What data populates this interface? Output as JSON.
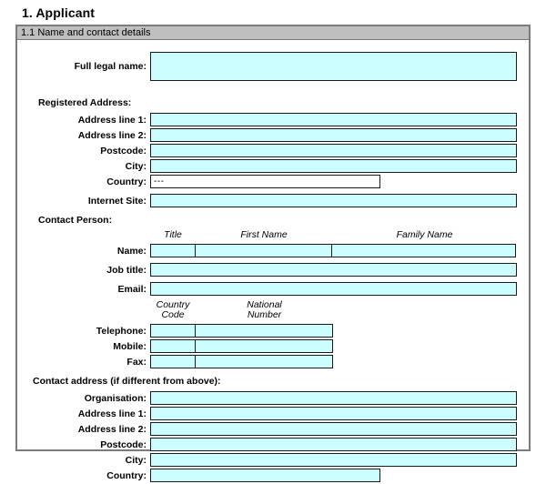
{
  "section": {
    "title": "1. Applicant",
    "subsection_header": "1.1 Name and contact details"
  },
  "colors": {
    "field_fill": "#ccfeff",
    "header_bar": "#bfbfbf",
    "border": "#7c7c7c",
    "field_border": "#1a1a1a"
  },
  "full_legal_name": {
    "label": "Full legal name:",
    "value": ""
  },
  "registered_address": {
    "group_label": "Registered Address:",
    "fields": [
      {
        "label": "Address line 1:",
        "value": ""
      },
      {
        "label": "Address line 2:",
        "value": ""
      },
      {
        "label": "Postcode:",
        "value": ""
      },
      {
        "label": "City:",
        "value": ""
      }
    ],
    "country": {
      "label": "Country:",
      "value": "---"
    },
    "internet_site": {
      "label": "Internet Site:",
      "value": ""
    }
  },
  "contact_person": {
    "group_label": "Contact Person:",
    "name_headers": {
      "title": "Title",
      "first_name": "First Name",
      "family_name": "Family Name"
    },
    "name": {
      "label": "Name:",
      "title_value": "",
      "first_name_value": "",
      "family_name_value": ""
    },
    "job_title": {
      "label": "Job title:",
      "value": ""
    },
    "email": {
      "label": "Email:",
      "value": ""
    }
  },
  "phone": {
    "headers": {
      "country_code_line1": "Country",
      "country_code_line2": "Code",
      "national_number_line1": "National",
      "national_number_line2": "Number"
    },
    "rows": [
      {
        "label": "Telephone:",
        "country_code": "",
        "national_number": ""
      },
      {
        "label": "Mobile:",
        "country_code": "",
        "national_number": ""
      },
      {
        "label": "Fax:",
        "country_code": "",
        "national_number": ""
      }
    ]
  },
  "contact_address": {
    "group_label": "Contact address (if different from above):",
    "fields": [
      {
        "label": "Organisation:",
        "value": ""
      },
      {
        "label": "Address line 1:",
        "value": ""
      },
      {
        "label": "Address line 2:",
        "value": ""
      },
      {
        "label": "Postcode:",
        "value": ""
      },
      {
        "label": "City:",
        "value": ""
      }
    ],
    "country": {
      "label": "Country:",
      "value": ""
    }
  }
}
